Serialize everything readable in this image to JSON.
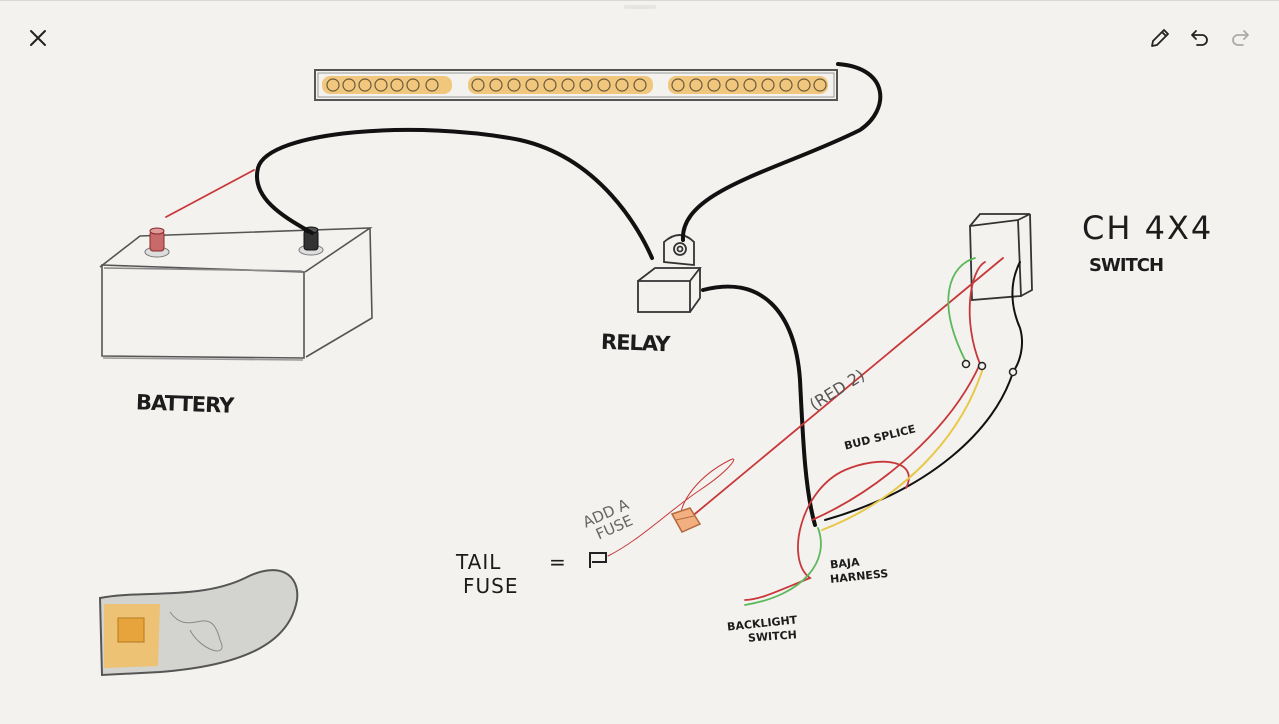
{
  "toolbar": {
    "close_icon": "close-icon",
    "edit_icon": "pencil-icon",
    "undo_icon": "undo-icon",
    "redo_icon": "redo-icon"
  },
  "labels": {
    "battery": "BATTERY",
    "relay": "RELAY",
    "switch_line1": "CH 4X4",
    "switch_line2": "SWITCH",
    "red2": "(RED 2)",
    "butt_splice": "BUD SPLICE",
    "add_a": "ADD A",
    "fuse_note": "FUSE",
    "tail": "TAIL",
    "fuse": "FUSE",
    "equals": "=",
    "bar_line1": "BAJA",
    "bar_line2": "HARNESS",
    "backlight_line1": "BACKLIGHT",
    "backlight_line2": "SWITCH"
  },
  "colors": {
    "background": "#f3f2ee",
    "ink": "#1c1c1c",
    "wire_black": "#111111",
    "wire_red": "#c8383a",
    "wire_green": "#5bb85b",
    "wire_yellow": "#e8c84a",
    "led_amber": "#f0c069",
    "terminal_red": "#d98888"
  }
}
